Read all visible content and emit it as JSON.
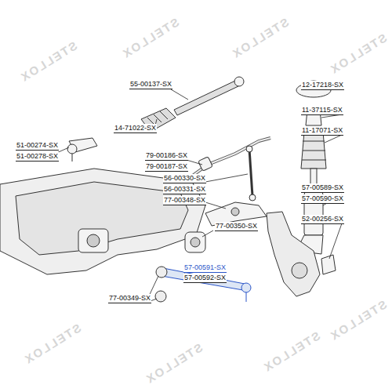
{
  "diagram": {
    "labels": [
      "55-00137-SX",
      "14-71022-SX",
      "51-00274-SX",
      "51-00278-SX",
      "79-00186-SX",
      "79-00187-SX",
      "56-00330-SX",
      "56-00331-SX",
      "77-00348-SX",
      "12-17218-SX",
      "11-37115-SX",
      "11-17071-SX",
      "57-00589-SX",
      "57-00590-SX",
      "52-00256-SX",
      "77-00350-SX",
      "57-00591-SX",
      "57-00592-SX",
      "77-00349-SX",
      "STELLOX",
      "STELLOX",
      "STELLOX",
      "STELLOX",
      "STELLOX",
      "STELLOX",
      "STELLOX",
      "STELLOX"
    ]
  }
}
